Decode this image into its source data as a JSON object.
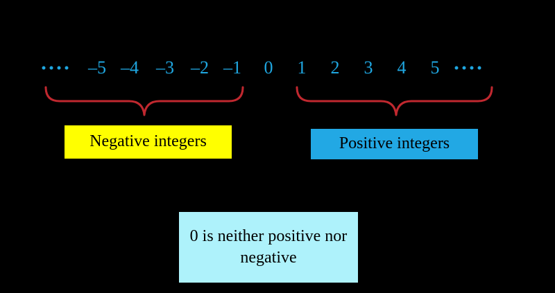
{
  "numbers": {
    "negatives": [
      "–5",
      "–4",
      "–3",
      "–2",
      "–1"
    ],
    "zero": "0",
    "positives": [
      "1",
      "2",
      "3",
      "4",
      "5"
    ]
  },
  "labels": {
    "negative": "Negative integers",
    "positive": "Positive integers",
    "zero_note": "0 is neither positive nor negative"
  },
  "colors": {
    "background": "#000000",
    "numbers": "#1fa6e0",
    "brace": "#c0282f",
    "negative_box": "#ffff00",
    "positive_box": "#22a8e4",
    "zero_box": "#aef2fb"
  }
}
